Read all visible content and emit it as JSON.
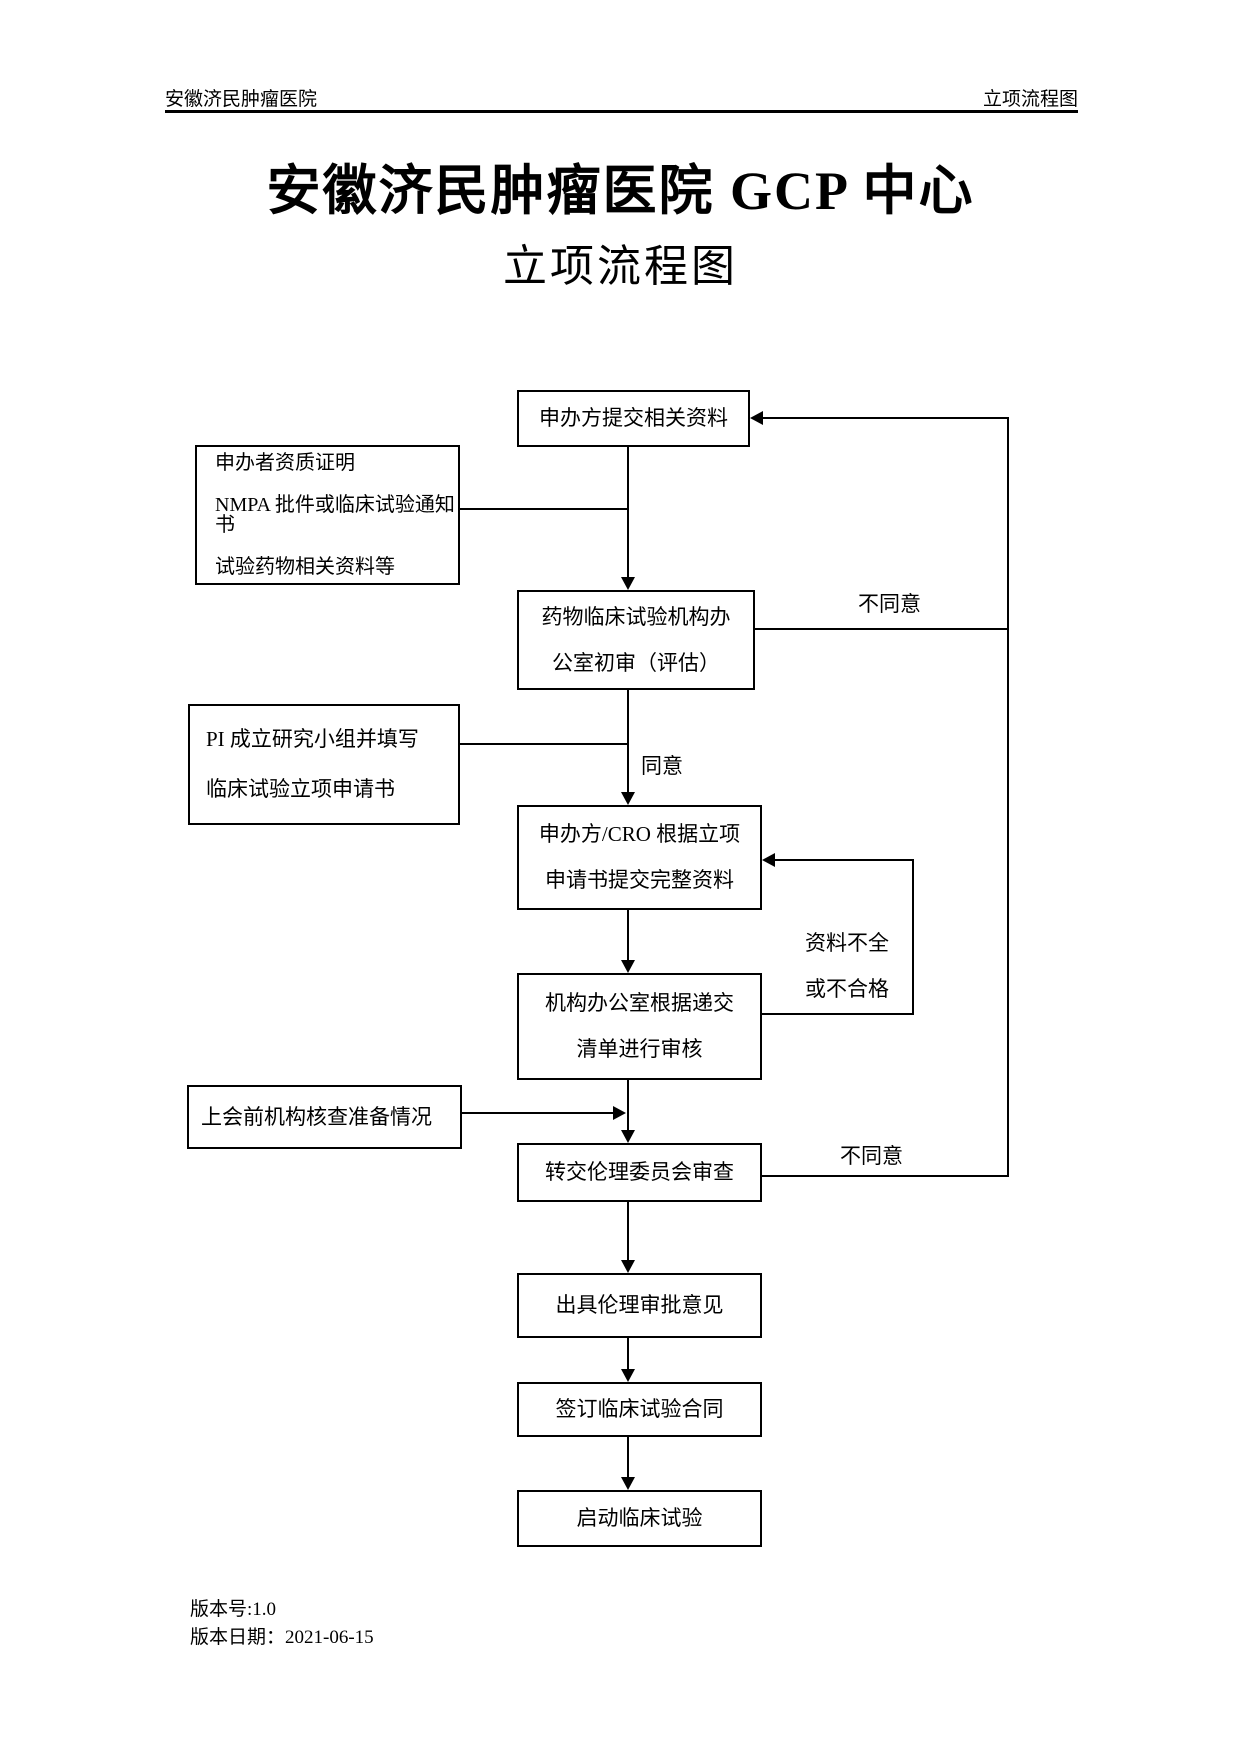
{
  "header": {
    "left": "安徽济民肿瘤医院",
    "right": "立项流程图"
  },
  "title": "安徽济民肿瘤医院 GCP 中心",
  "subtitle": "立项流程图",
  "flowchart": {
    "nodes": {
      "submit": {
        "lines": [
          "申办方提交相关资料"
        ]
      },
      "materials": {
        "lines": [
          "申办者资质证明",
          "NMPA 批件或临床试验通知书",
          "试验药物相关资料等"
        ]
      },
      "office_review": {
        "lines": [
          "药物临床试验机构办",
          "公室初审（评估）"
        ]
      },
      "pi": {
        "lines": [
          "PI 成立研究小组并填写",
          "临床试验立项申请书"
        ]
      },
      "cro_submit": {
        "lines": [
          "申办方/CRO 根据立项",
          "申请书提交完整资料"
        ]
      },
      "checklist_review": {
        "lines": [
          "机构办公室根据递交",
          "清单进行审核"
        ]
      },
      "pre_meeting": {
        "lines": [
          "上会前机构核查准备情况"
        ]
      },
      "ethics_transfer": {
        "lines": [
          "转交伦理委员会审查"
        ]
      },
      "ethics_opinion": {
        "lines": [
          "出具伦理审批意见"
        ]
      },
      "contract": {
        "lines": [
          "签订临床试验合同"
        ]
      },
      "start_trial": {
        "lines": [
          "启动临床试验"
        ]
      }
    },
    "labels": {
      "disagree_top": "不同意",
      "agree": "同意",
      "incomplete_line1": "资料不全",
      "incomplete_line2": "或不合格",
      "disagree_bottom": "不同意"
    },
    "colors": {
      "line": "#000000",
      "background": "#ffffff"
    }
  },
  "footer": {
    "version": "版本号:1.0",
    "date": "版本日期：2021-06-15"
  }
}
